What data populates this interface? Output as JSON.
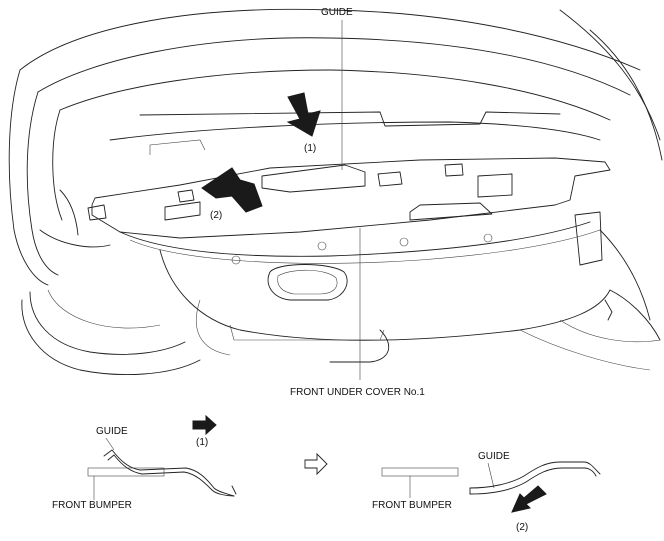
{
  "main_view": {
    "guide_label": "GUIDE",
    "cover_label": "FRONT UNDER COVER No.1",
    "step1_label": "(1)",
    "step2_label": "(2)"
  },
  "detail_left": {
    "guide_label": "GUIDE",
    "bumper_label": "FRONT BUMPER",
    "step_label": "(1)"
  },
  "detail_right": {
    "guide_label": "GUIDE",
    "bumper_label": "FRONT BUMPER",
    "step_label": "(2)"
  },
  "icons": {
    "transition": "hollow-right-arrow-icon",
    "push_down": "solid-down-arrow-icon",
    "pull_up": "solid-up-arrow-icon"
  }
}
